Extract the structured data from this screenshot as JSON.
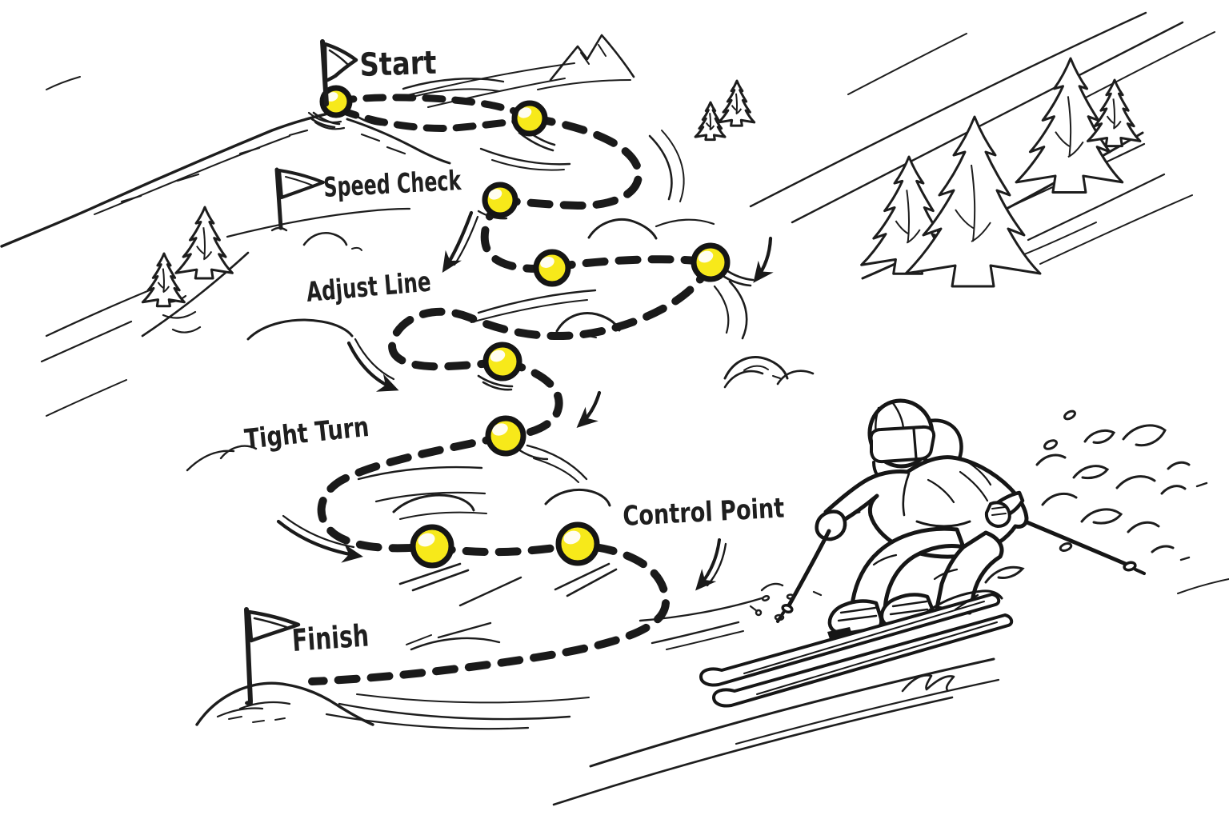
{
  "illustration": {
    "kind": "hand-drawn ski slalom course sketch",
    "background": "#ffffff"
  },
  "colors": {
    "ink": "#1d1d1d",
    "path_ink": "#1a1a1a",
    "gate_yellow": "#f7e91a",
    "gate_outline": "#151515",
    "gate_highlight": "#fffdf0"
  },
  "waypoints": [
    {
      "id": "start",
      "label": "Start",
      "has_flag": true
    },
    {
      "id": "speed-check",
      "label": "Speed Check",
      "has_flag": true
    },
    {
      "id": "adjust-line",
      "label": "Adjust Line",
      "has_flag": false
    },
    {
      "id": "tight-turn",
      "label": "Tight Turn",
      "has_flag": false
    },
    {
      "id": "control-point",
      "label": "Control Point",
      "has_flag": false
    },
    {
      "id": "finish",
      "label": "Finish",
      "has_flag": true
    }
  ],
  "course": {
    "gate_count": 9,
    "path_style": "dashed",
    "skier_present": true
  }
}
